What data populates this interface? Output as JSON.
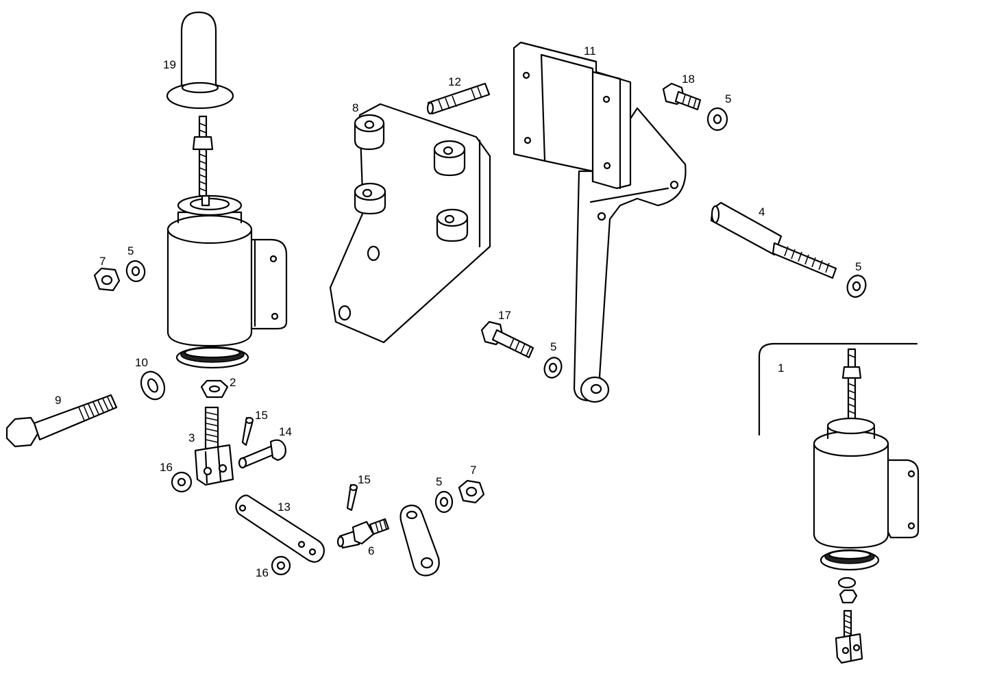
{
  "diagram": {
    "callouts": {
      "c1": "1",
      "c2": "2",
      "c3": "3",
      "c4": "4",
      "c5a": "5",
      "c5b": "5",
      "c5c": "5",
      "c5d": "5",
      "c5e": "5",
      "c6": "6",
      "c7a": "7",
      "c7b": "7",
      "c8": "8",
      "c9": "9",
      "c10": "10",
      "c11": "11",
      "c12": "12",
      "c13": "13",
      "c14": "14",
      "c15a": "15",
      "c15b": "15",
      "c16a": "16",
      "c16b": "16",
      "c17": "17",
      "c18": "18",
      "c19": "19"
    },
    "colors": {
      "ink": "#000000",
      "paper": "#ffffff"
    }
  }
}
